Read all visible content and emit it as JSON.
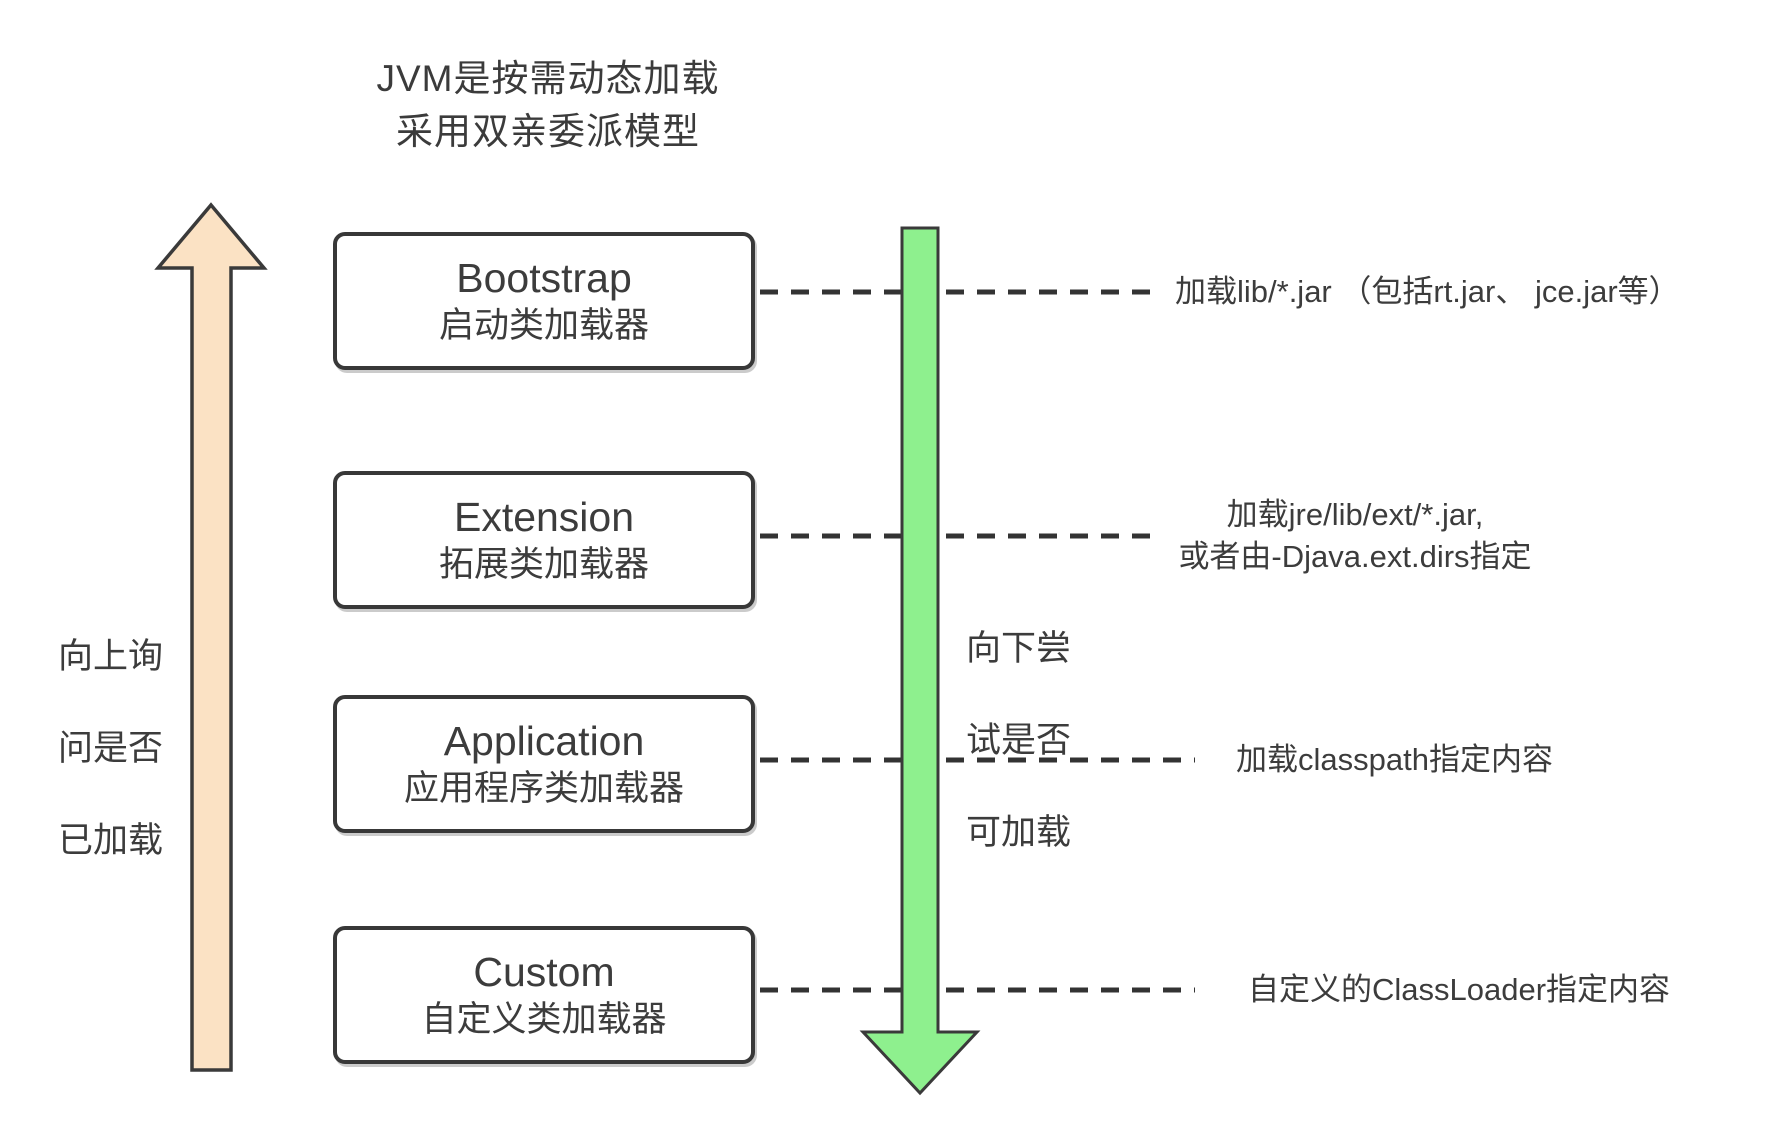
{
  "colors": {
    "up_arrow_fill": "#fbe2c4",
    "down_arrow_fill": "#8ef08e",
    "arrow_outline": "#3a3a3a",
    "dash": "#333333",
    "box_border": "#383838",
    "text": "#3b3b3b"
  },
  "title": {
    "line1": "JVM是按需动态加载",
    "line2": "采用双亲委派模型"
  },
  "up_arrow": {
    "label_line1": "向上询",
    "label_line2": "问是否",
    "label_line3": "已加载"
  },
  "down_arrow": {
    "label_line1": "向下尝",
    "label_line2": "试是否",
    "label_line3": "可加载"
  },
  "loaders": [
    {
      "name": "Bootstrap",
      "subtitle": "启动类加载器",
      "note_lines": [
        "加载lib/*.jar （包括rt.jar、 jce.jar等）"
      ]
    },
    {
      "name": "Extension",
      "subtitle": "拓展类加载器",
      "note_lines": [
        "加载jre/lib/ext/*.jar,",
        "或者由-Djava.ext.dirs指定"
      ]
    },
    {
      "name": "Application",
      "subtitle": "应用程序类加载器",
      "note_lines": [
        "加载classpath指定内容"
      ]
    },
    {
      "name": "Custom",
      "subtitle": "自定义类加载器",
      "note_lines": [
        "自定义的ClassLoader指定内容"
      ]
    }
  ]
}
